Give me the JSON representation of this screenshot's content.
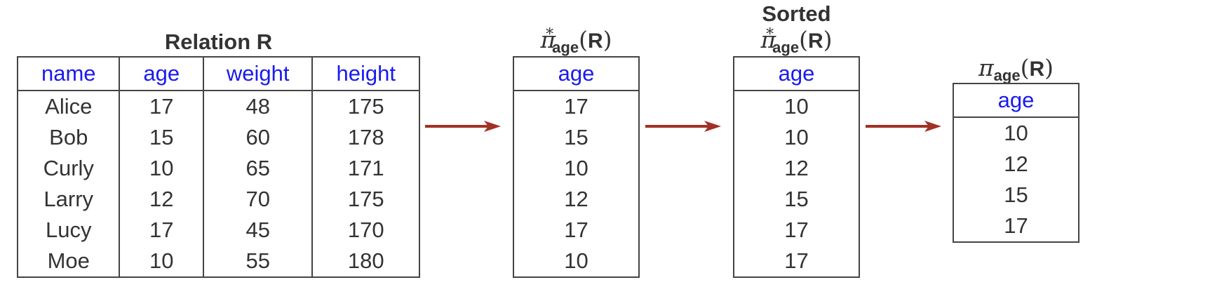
{
  "relation": {
    "title": "Relation R",
    "columns": [
      "name",
      "age",
      "weight",
      "height"
    ],
    "rows": [
      [
        "Alice",
        "17",
        "48",
        "175"
      ],
      [
        "Bob",
        "15",
        "60",
        "178"
      ],
      [
        "Curly",
        "10",
        "65",
        "171"
      ],
      [
        "Larry",
        "12",
        "70",
        "175"
      ],
      [
        "Lucy",
        "17",
        "45",
        "170"
      ],
      [
        "Moe",
        "10",
        "55",
        "180"
      ]
    ]
  },
  "projection_star": {
    "symbol": "π",
    "subscript": "age",
    "star": "*",
    "arg": "R",
    "column": "age",
    "values": [
      "17",
      "15",
      "10",
      "12",
      "17",
      "10"
    ]
  },
  "sorted_projection": {
    "heading": "Sorted",
    "symbol": "π",
    "subscript": "age",
    "star": "*",
    "arg": "R",
    "column": "age",
    "values": [
      "10",
      "10",
      "12",
      "15",
      "17",
      "17"
    ]
  },
  "projection": {
    "symbol": "π",
    "subscript": "age",
    "arg": "R",
    "column": "age",
    "values": [
      "10",
      "12",
      "15",
      "17"
    ]
  },
  "colors": {
    "header_text": "#1a1aee",
    "arrow": "#a33025",
    "border": "#444444",
    "text": "#333333"
  }
}
